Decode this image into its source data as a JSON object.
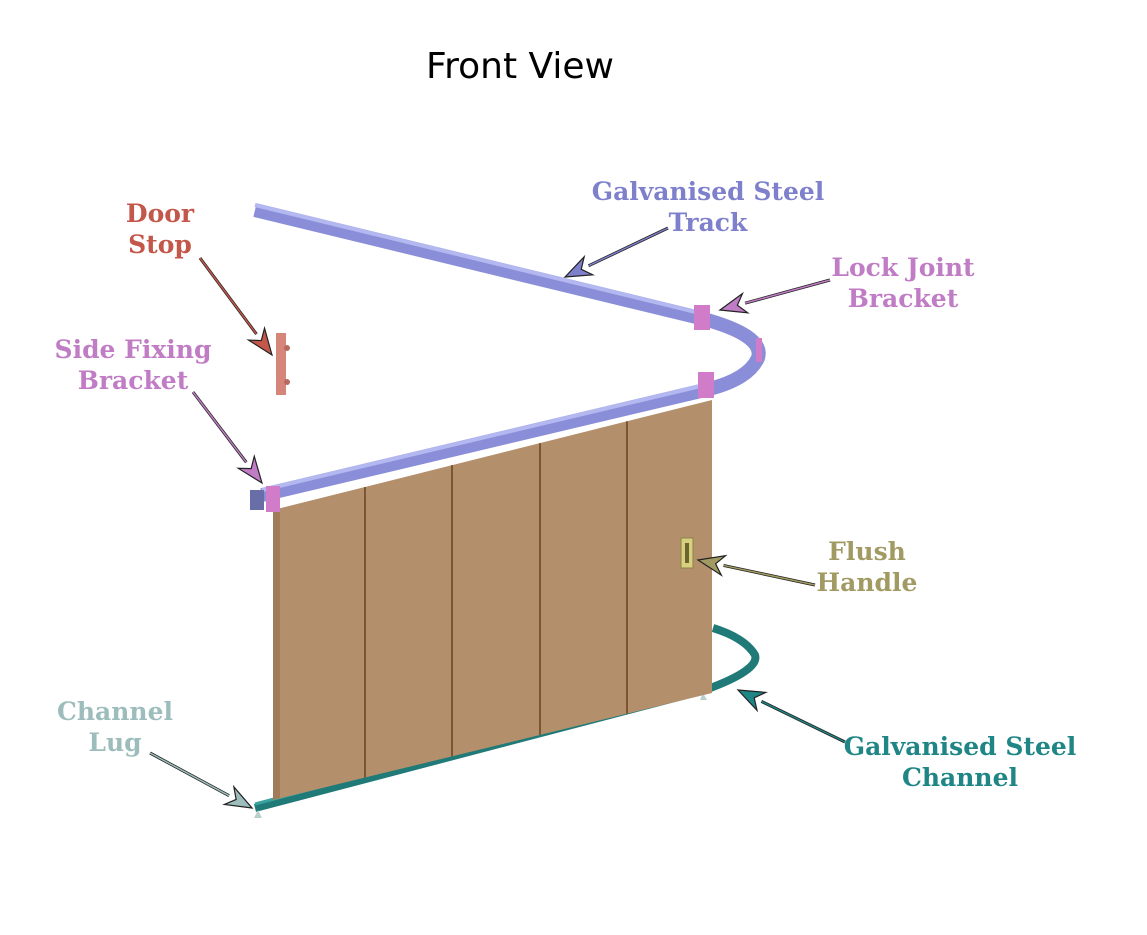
{
  "title": "Front View",
  "labels": {
    "door_stop": {
      "lines": [
        "Door",
        "Stop"
      ],
      "color": "#c3574a"
    },
    "track": {
      "lines": [
        "Galvanised Steel",
        "Track"
      ],
      "color": "#7f80cc"
    },
    "lock_joint": {
      "lines": [
        "Lock Joint",
        "Bracket"
      ],
      "color": "#c07cc4"
    },
    "side_fixing": {
      "lines": [
        "Side Fixing",
        "Bracket"
      ],
      "color": "#c07cc4"
    },
    "flush_handle": {
      "lines": [
        "Flush",
        "Handle"
      ],
      "color": "#a19a62"
    },
    "channel_lug": {
      "lines": [
        "Channel",
        "Lug"
      ],
      "color": "#9dbdbd"
    },
    "channel": {
      "lines": [
        "Galvanised Steel",
        "Channel"
      ],
      "color": "#1f8585"
    }
  },
  "colors": {
    "door": "#b38f6c",
    "seam": "#7a5634",
    "track": "#9a9ee0",
    "bracket": "#d07cc8",
    "channel": "#2a8a88"
  }
}
